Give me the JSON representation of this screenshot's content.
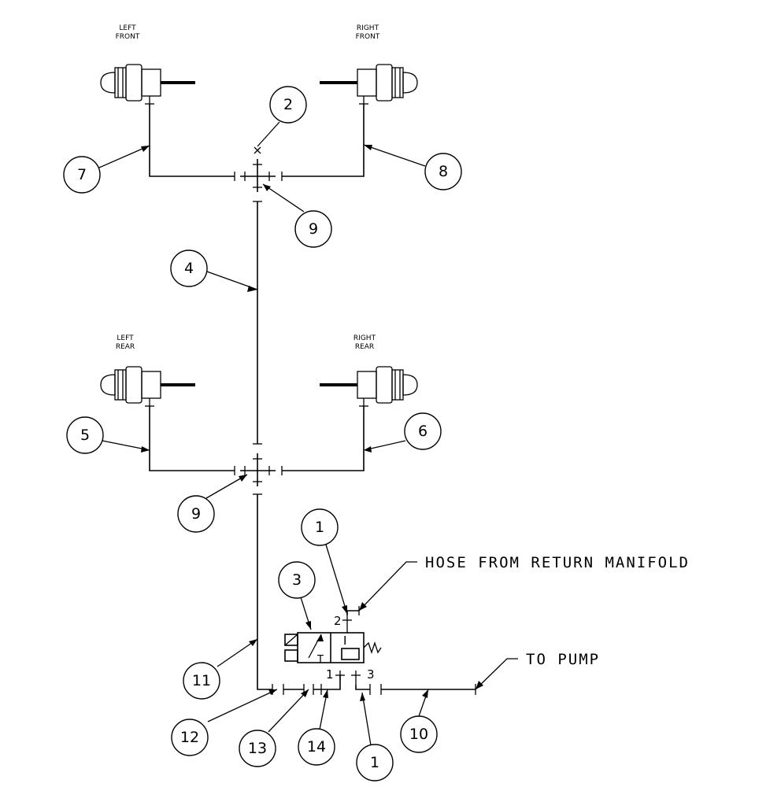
{
  "corners": {
    "left_front": {
      "line1": "LEFT",
      "line2": "FRONT"
    },
    "right_front": {
      "line1": "RIGHT",
      "line2": "FRONT"
    },
    "left_rear": {
      "line1": "LEFT",
      "line2": "REAR"
    },
    "right_rear": {
      "line1": "RIGHT",
      "line2": "REAR"
    }
  },
  "notes": {
    "return_manifold": "HOSE FROM RETURN MANIFOLD",
    "to_pump": "TO PUMP"
  },
  "ports": {
    "p1": "1",
    "p2": "2",
    "p3": "3"
  },
  "valve_symbols": {
    "block": "I",
    "exhaust": "T"
  },
  "callouts": {
    "c2": "2",
    "c7": "7",
    "c8": "8",
    "c9_top": "9",
    "c4": "4",
    "c5": "5",
    "c6": "6",
    "c9_bottom": "9",
    "c1_top": "1",
    "c3": "3",
    "c11": "11",
    "c12": "12",
    "c13": "13",
    "c14": "14",
    "c1_bottom": "1",
    "c10": "10"
  }
}
